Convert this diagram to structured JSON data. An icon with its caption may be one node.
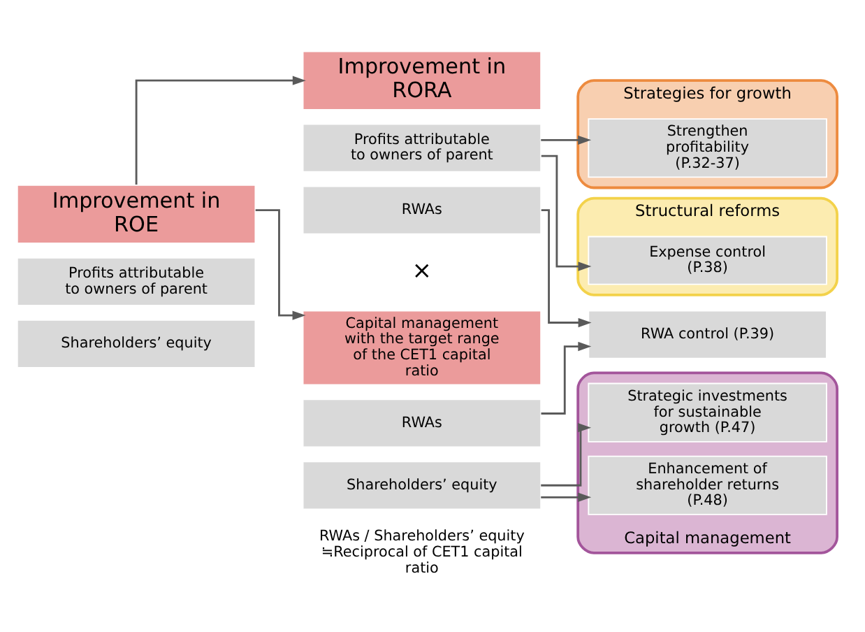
{
  "diagram": {
    "nodes": [
      {
        "text": [
          "Improvement in ROE"
        ]
      },
      {
        "text": [
          "Profits attributable to owners of parent"
        ]
      },
      {
        "text": [
          "Shareholders’ equity"
        ]
      },
      {
        "text": [
          "Improvement in RORA"
        ]
      },
      {
        "text": [
          "Profits attributable to owners of parent"
        ]
      },
      {
        "text": [
          "RWAs"
        ]
      },
      {
        "text": [
          "Capital management with the target range of the CET1 capital ratio"
        ]
      },
      {
        "text": [
          "RWAs"
        ]
      },
      {
        "text": [
          "Shareholders’ equity"
        ]
      },
      {
        "text": [
          "Strategies for growth"
        ]
      },
      {
        "text": [
          "Strengthen profitability (P.32-37)"
        ],
        "in": 9
      },
      {
        "text": [
          "Structural reforms"
        ]
      },
      {
        "text": [
          "Expense control (P.38)"
        ],
        "in": 11
      },
      {
        "text": [
          "RWA control (P.39)"
        ]
      },
      {
        "text": [
          "Capital management"
        ]
      },
      {
        "text": [
          "Enhancement of shareholder returns (P.48)"
        ],
        "in": 14
      },
      {
        "text": [
          "Strategic investments for sustainable growth (P.47)"
        ],
        "in": 14
      }
    ],
    "edges": [
      {
        "from": 0,
        "to": 3,
        "arrow": "to"
      },
      {
        "from": 0,
        "to": 6,
        "arrow": "to"
      },
      {
        "from": 4,
        "to": 10,
        "arrow": "to"
      },
      {
        "from": 4,
        "to": 12,
        "arrow": "to"
      },
      {
        "from": 5,
        "to": 13,
        "arrow": "to"
      },
      {
        "from": 7,
        "to": 13,
        "arrow": "to"
      },
      {
        "from": 8,
        "to": 15,
        "arrow": "to"
      },
      {
        "from": 8,
        "to": 16,
        "arrow": "to"
      }
    ],
    "labels": [
      "×",
      "RWAs / Shareholders’ equity ≒Reciprocal of CET1 capital ratio"
    ]
  }
}
